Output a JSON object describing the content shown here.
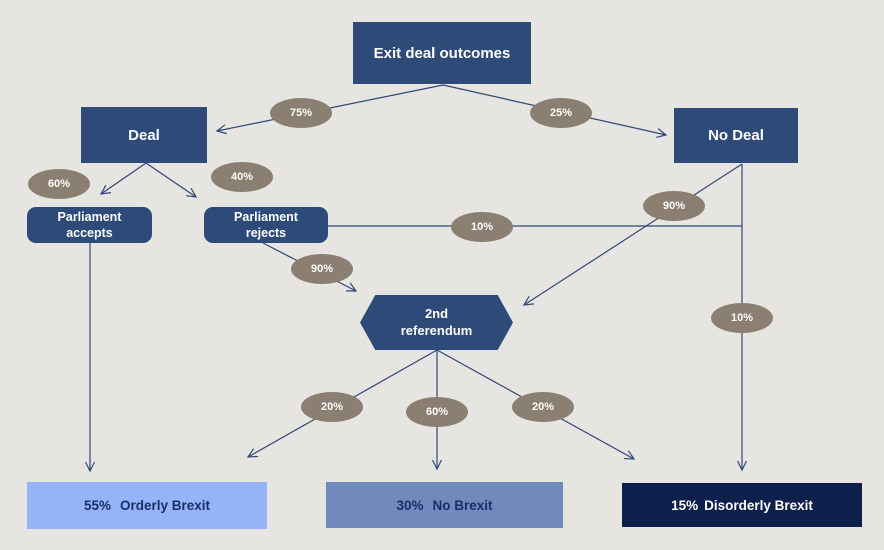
{
  "diagram": {
    "title_node": "Exit deal outcomes",
    "nodes": {
      "root": {
        "label": "Exit deal outcomes"
      },
      "deal": {
        "label": "Deal"
      },
      "no_deal": {
        "label": "No Deal"
      },
      "parliament_accepts": {
        "line1": "Parliament",
        "line2": "accepts"
      },
      "parliament_rejects": {
        "line1": "Parliament",
        "line2": "rejects"
      },
      "second_referendum": {
        "line1": "2nd",
        "line2": "referendum"
      }
    },
    "edge_labels": {
      "root_deal": "75%",
      "root_no_deal": "25%",
      "deal_accepts": "60%",
      "deal_rejects": "40%",
      "rejects_referendum": "90%",
      "rejects_disorderly": "10%",
      "no_deal_referendum": "90%",
      "no_deal_disorderly": "10%",
      "referendum_orderly": "20%",
      "referendum_no_brexit": "60%",
      "referendum_disorderly": "20%"
    },
    "outcomes": {
      "orderly": {
        "probability": "55%",
        "label": "Orderly Brexit"
      },
      "no_brexit": {
        "probability": "30%",
        "label": "No Brexit"
      },
      "disorderly": {
        "probability": "15%",
        "label": "Disorderly Brexit"
      }
    },
    "colors": {
      "background": "#e7e5e1",
      "node_navy": "#2e4a78",
      "ellipse": "#8a7f70",
      "orderly_fill": "#95b3f8",
      "no_brexit_fill": "#7289bd",
      "disorderly_fill": "#0d1f4b",
      "line": "#2f4874",
      "outcome_text": "#1a2f66"
    }
  }
}
